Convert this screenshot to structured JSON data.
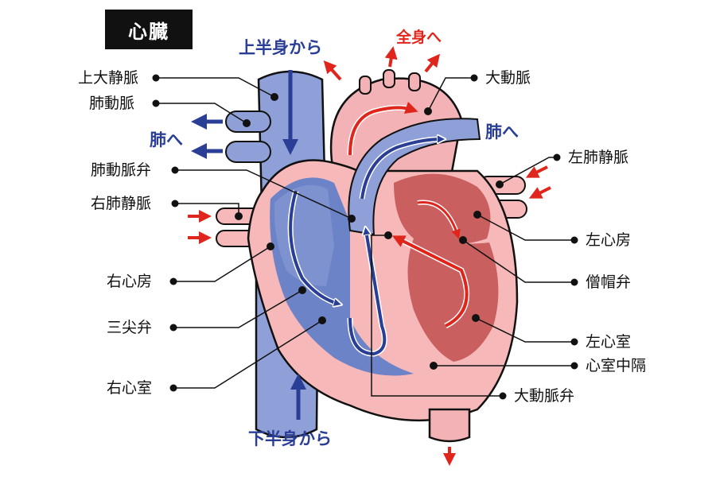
{
  "title": "心臓",
  "labels": {
    "superior_vena_cava": "上大静脈",
    "pulmonary_artery": "肺動脈",
    "pulmonary_valve": "肺動脈弁",
    "right_pulmonary_vein": "右肺静脈",
    "right_atrium": "右心房",
    "tricuspid_valve": "三尖弁",
    "right_ventricle": "右心室",
    "aorta": "大動脈",
    "left_pulmonary_vein": "左肺静脈",
    "left_atrium": "左心房",
    "mitral_valve": "僧帽弁",
    "left_ventricle": "左心室",
    "septum": "心室中隔",
    "aortic_valve": "大動脈弁"
  },
  "flow_labels": {
    "from_upper_body": "上半身から",
    "from_lower_body": "下半身から",
    "to_whole_body": "全身へ",
    "to_lungs_left": "肺へ",
    "to_lungs_right": "肺へ"
  },
  "colors": {
    "deoxygenated_blue": "#8f9fd8",
    "deoxygenated_dark": "#6d83c8",
    "heart_pink": "#f6b8b8",
    "oxygenated_red": "#c95f5f",
    "aorta_pink": "#f3b2b5",
    "arrow_blue": "#2a3e96",
    "arrow_red": "#e0261c"
  }
}
